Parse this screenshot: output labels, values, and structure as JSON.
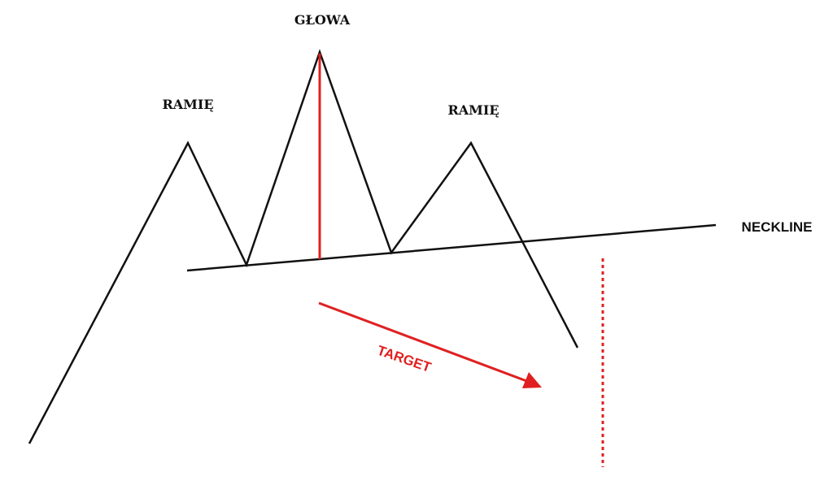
{
  "labels": {
    "head": "GŁOWA",
    "left_shoulder": "RAMIĘ",
    "right_shoulder": "RAMIĘ",
    "neckline": "NECKLINE",
    "target": "TARGET"
  },
  "colors": {
    "line": "#111111",
    "accent": "#e02020"
  }
}
